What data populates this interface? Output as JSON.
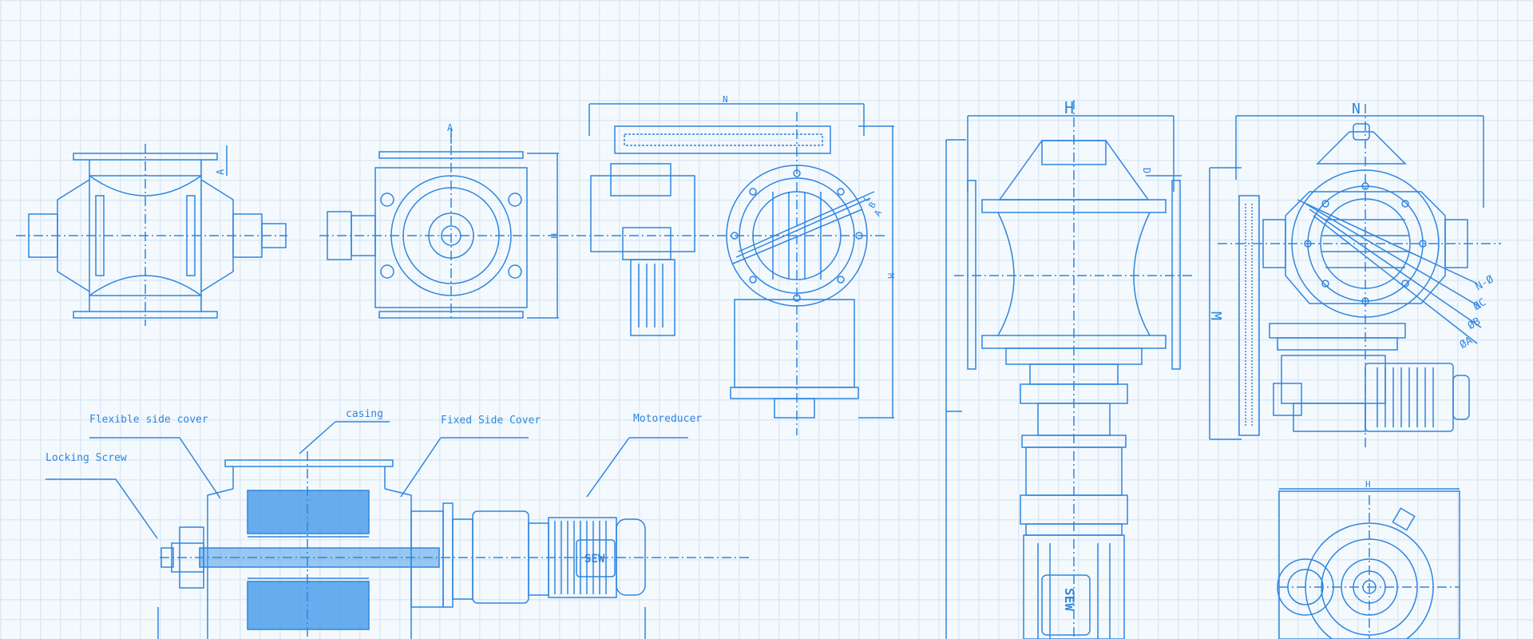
{
  "colors": {
    "background": "#f4f9fd",
    "grid": "#dce9f5",
    "line": "#2f86e0",
    "fill": "#4d9fea"
  },
  "callouts": {
    "flexible_side_cover": "Flexible side cover",
    "casing": "casing",
    "fixed_side_cover": "Fixed Side Cover",
    "motoreducer": "Motoreducer",
    "locking_screw": "Locking Screw"
  },
  "dimensions": {
    "top_a": "A",
    "top_h": "H",
    "top_n": "N",
    "top_m": "M",
    "flange_a": "A",
    "flange_b": "B",
    "flange_c": "C",
    "right_h": "H",
    "right_d": "D",
    "right_n": "N",
    "right_m": "M",
    "right_n_dia": "N-Ø",
    "right_c_dia": "ØC",
    "right_b_dia": "ØB",
    "right_a_dia": "ØA",
    "bottom_h": "H",
    "left_a": "A"
  },
  "brand": {
    "motor_front": "SEW",
    "motor_side": "SEW"
  }
}
